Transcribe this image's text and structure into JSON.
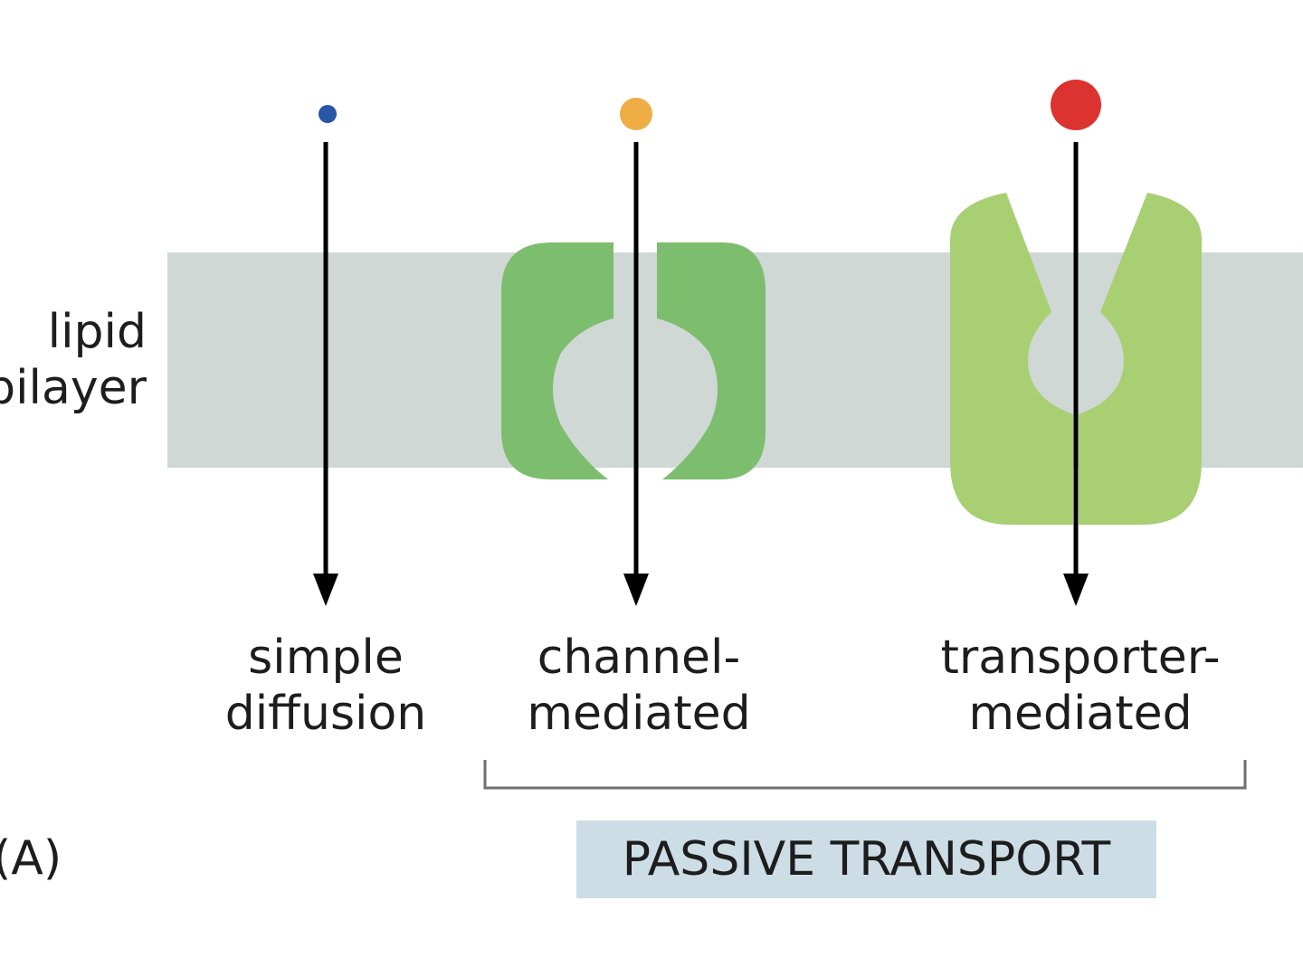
{
  "labels": {
    "lipid_bilayer": [
      "lipid",
      "bilayer"
    ],
    "simple_diffusion": [
      "simple",
      "diffusion"
    ],
    "channel_mediated": [
      "channel-",
      "mediated"
    ],
    "transporter_mediated": [
      "transporter-",
      "mediated"
    ],
    "panel": "(A)",
    "passive_transport": "PASSIVE TRANSPORT"
  },
  "colors": {
    "bilayer": "#cfd8d4",
    "channel_protein": "#7dbd6e",
    "transporter_protein": "#a8cf72",
    "solute_small": "#2a56a8",
    "solute_medium": "#f0ad45",
    "solute_large": "#dc3230",
    "arrow": "#000000",
    "bracket": "#6e6e6e",
    "passive_box": "#ccdde6"
  },
  "molecules": [
    {
      "name": "small-solute",
      "color_key": "solute_small"
    },
    {
      "name": "medium-solute",
      "color_key": "solute_medium"
    },
    {
      "name": "large-solute",
      "color_key": "solute_large"
    }
  ]
}
